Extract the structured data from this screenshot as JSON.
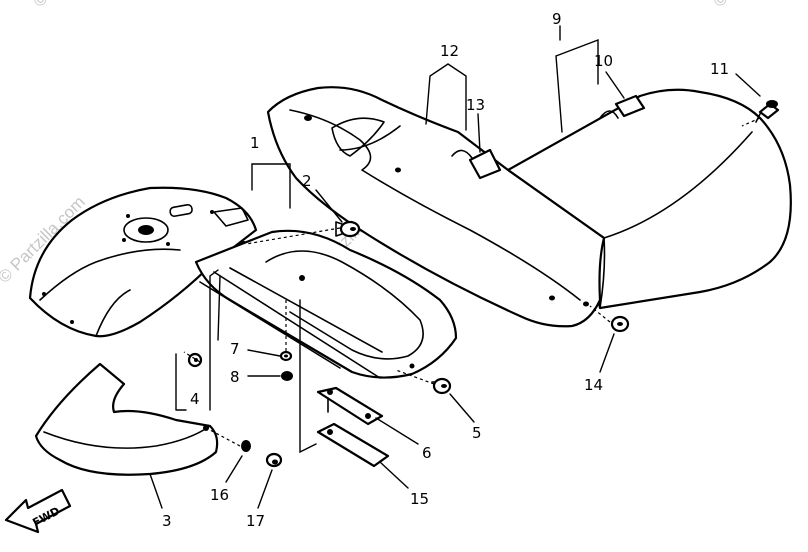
{
  "watermark": "© Partzilla.com",
  "fwd_label": "FWD",
  "callouts": {
    "c1": "1",
    "c2": "2",
    "c3": "3",
    "c4": "4",
    "c5": "5",
    "c6": "6",
    "c7": "7",
    "c8": "8",
    "c9": "9",
    "c10": "10",
    "c11": "11",
    "c12": "12",
    "c13": "13",
    "c14": "14",
    "c15": "15",
    "c16": "16",
    "c17": "17"
  }
}
